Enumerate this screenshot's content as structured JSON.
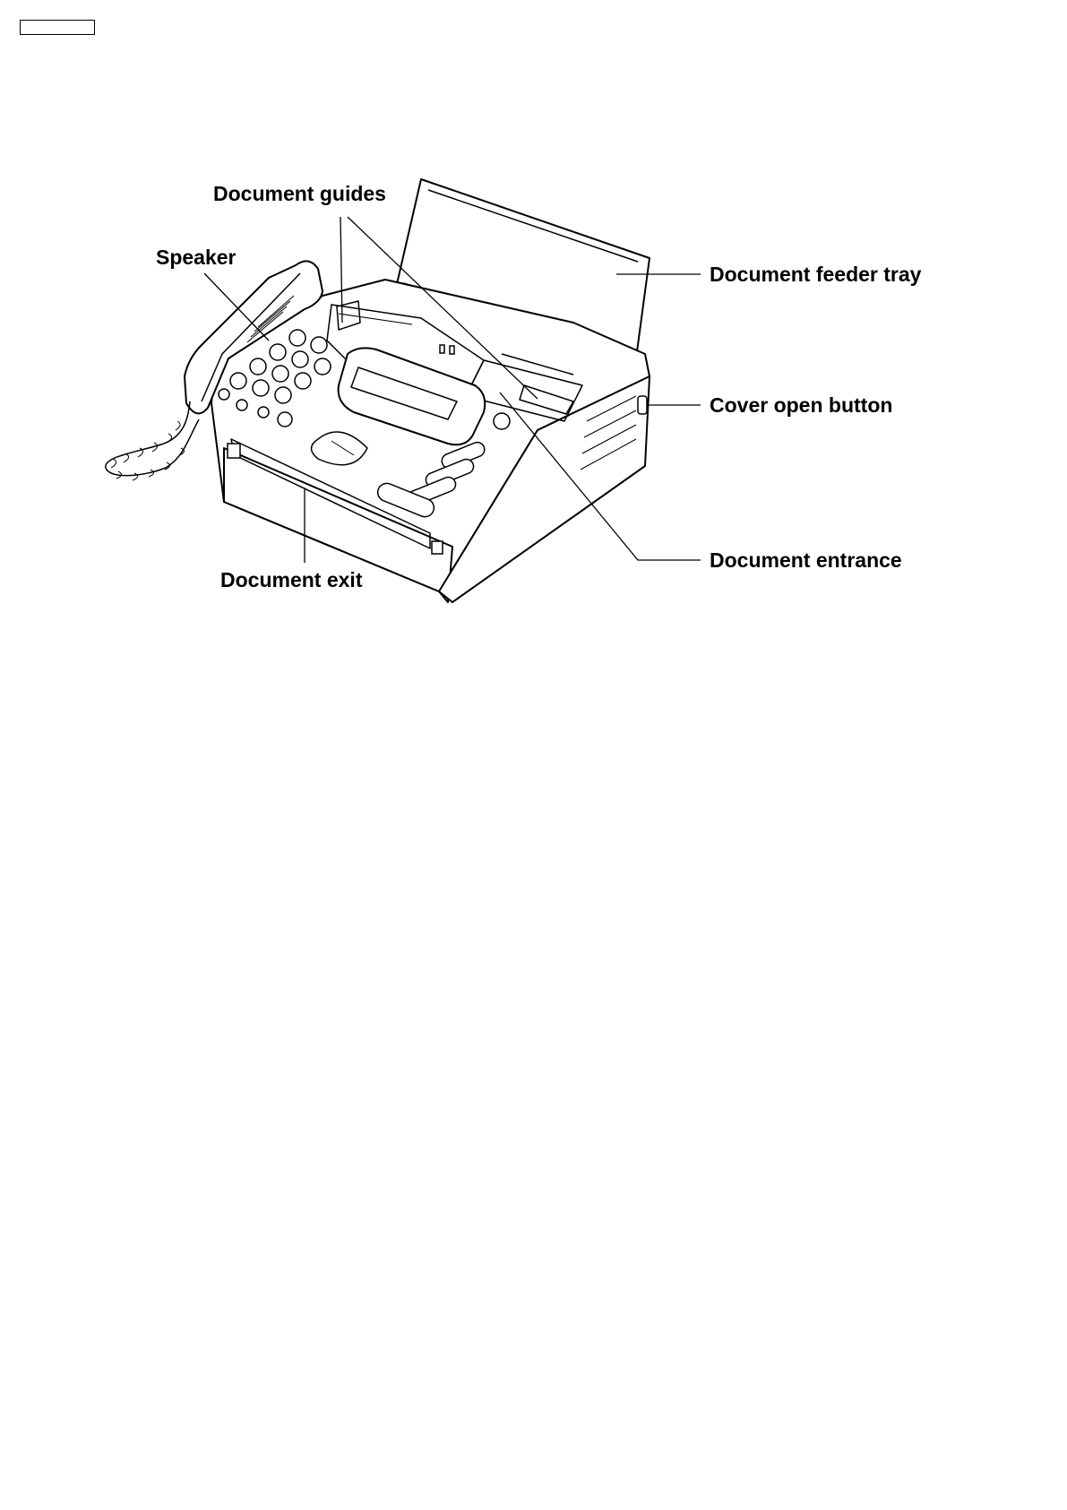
{
  "callouts": {
    "document_guides": "Document guides",
    "speaker": "Speaker",
    "document_feeder_tray": "Document feeder tray",
    "cover_open_button": "Cover open button",
    "document_entrance": "Document entrance",
    "document_exit": "Document exit"
  }
}
